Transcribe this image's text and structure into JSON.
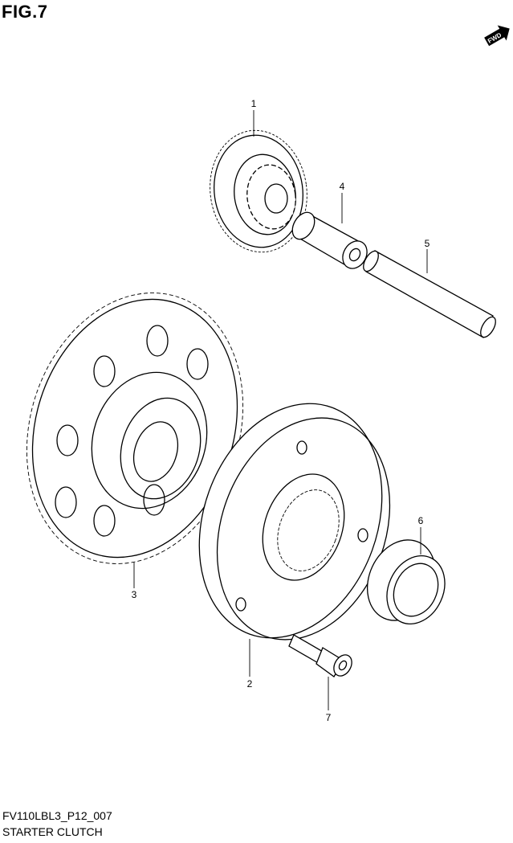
{
  "figure": {
    "title": "FIG.7",
    "code": "FV110LBL3_P12_007",
    "name": "STARTER CLUTCH"
  },
  "fwd_badge": {
    "label": "FWD"
  },
  "parts": [
    {
      "ref": "1"
    },
    {
      "ref": "2"
    },
    {
      "ref": "3"
    },
    {
      "ref": "4"
    },
    {
      "ref": "5"
    },
    {
      "ref": "6"
    },
    {
      "ref": "7"
    }
  ]
}
